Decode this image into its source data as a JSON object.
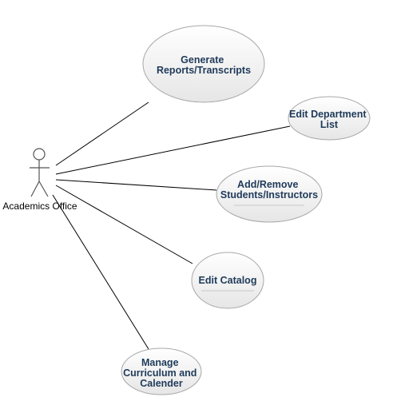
{
  "actor": {
    "label": "Academics Office",
    "icon": "stick-figure-actor"
  },
  "use_cases": [
    {
      "id": "generate-reports",
      "lines": [
        "Generate",
        "Reports/Transcripts"
      ]
    },
    {
      "id": "edit-department-list",
      "lines": [
        "Edit Department",
        "List"
      ]
    },
    {
      "id": "add-remove-students",
      "lines": [
        "Add/Remove",
        "Students/Instructors"
      ]
    },
    {
      "id": "edit-catalog",
      "lines": [
        "Edit Catalog"
      ]
    },
    {
      "id": "manage-curriculum",
      "lines": [
        "Manage",
        "Curriculum and",
        "Calender"
      ]
    }
  ],
  "colors": {
    "use_case_text": "#1f3a5a",
    "use_case_fill_top": "#ffffff",
    "use_case_fill_bottom": "#e6e6e6",
    "use_case_border": "#a8a8a8",
    "line": "#000000"
  }
}
